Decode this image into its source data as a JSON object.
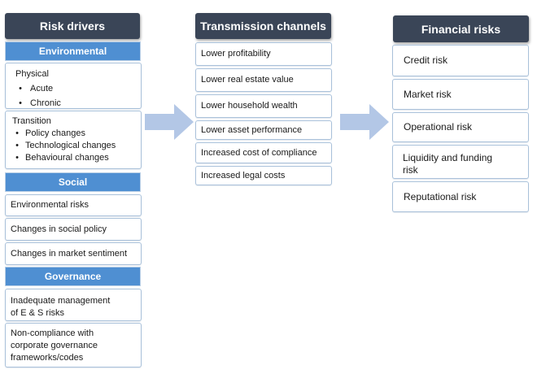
{
  "risk_drivers": {
    "title": "Risk drivers",
    "environmental": {
      "label": "Environmental",
      "physical": {
        "label": "Physical",
        "items": [
          "Acute",
          "Chronic"
        ]
      },
      "transition": {
        "label": "Transition",
        "items": [
          "Policy changes",
          "Technological changes",
          "Behavioural changes"
        ]
      }
    },
    "social": {
      "label": "Social",
      "items": [
        "Environmental risks",
        "Changes in social policy",
        "Changes in market sentiment"
      ]
    },
    "governance": {
      "label": "Governance",
      "item1": [
        "Inadequate management",
        "of E & S risks"
      ],
      "item2": [
        "Non-compliance with",
        "corporate governance",
        "frameworks/codes"
      ]
    }
  },
  "transmission_channels": {
    "title": "Transmission channels",
    "items": [
      "Lower profitability",
      "Lower real estate value",
      "Lower household wealth",
      "Lower asset performance",
      "Increased cost of compliance",
      "Increased legal costs"
    ]
  },
  "financial_risks": {
    "title": "Financial risks",
    "items": [
      "Credit risk",
      "Market risk",
      "Operational risk",
      "Reputational risk"
    ],
    "liquidity_lines": [
      "Liquidity and funding",
      "risk"
    ]
  },
  "colors": {
    "header": "#3a4557",
    "subheader": "#4f8fd2",
    "box_border": "#a9c1da",
    "arrow": "#b3c7e6"
  },
  "icons": {
    "flow_arrow": "right-arrow-icon"
  }
}
